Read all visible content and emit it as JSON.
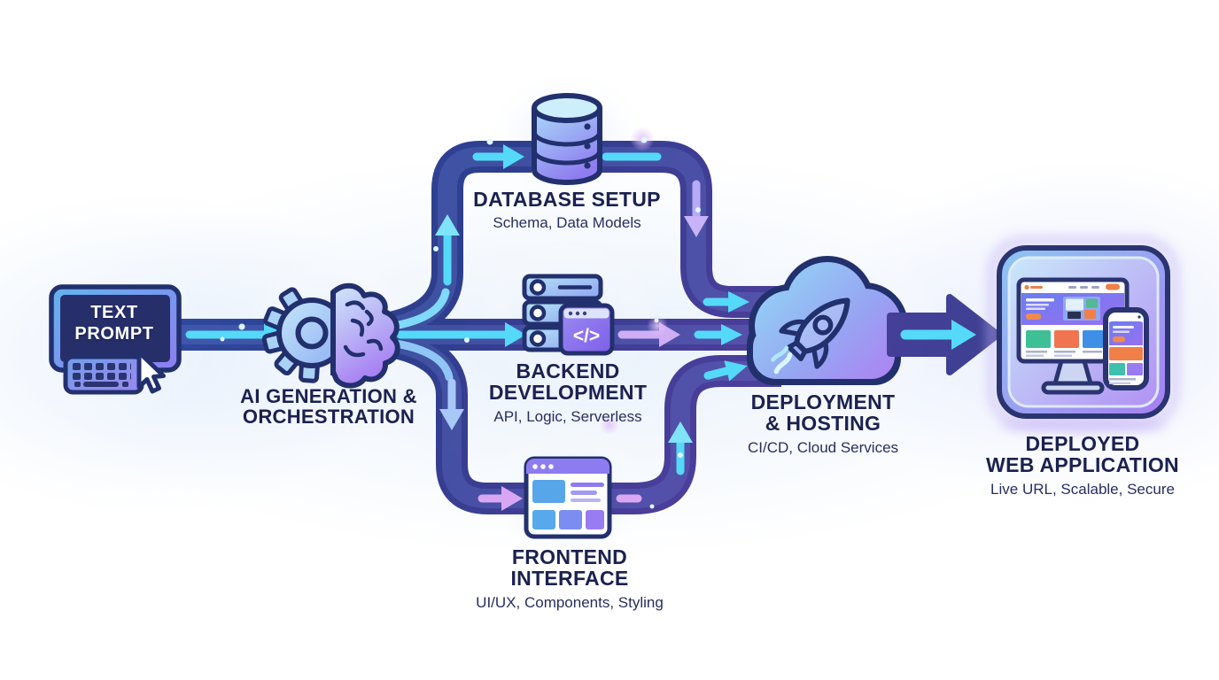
{
  "diagram": {
    "background": "#ffffff",
    "colors": {
      "pipe_navy": "#2e3c86",
      "arrow_cyan": "#55d9f8",
      "arrow_lavender": "#b9aaf6",
      "arrow_pink": "#d9a6f4",
      "icon_outline": "#22306e",
      "icon_gradient_start": "#8ecdf4",
      "icon_gradient_end": "#9c7cf2",
      "title_text": "#1b2150",
      "subtitle_text": "#272e60",
      "accent_orange": "#f08048",
      "accent_teal": "#3fbf96"
    },
    "nodes": [
      {
        "id": "text-prompt",
        "title": "TEXT PROMPT",
        "title_lines": [
          "TEXT",
          "PROMPT"
        ],
        "subtitle": "",
        "icon": "monitor-keyboard-icon"
      },
      {
        "id": "ai-generation-orchestration",
        "title": "AI GENERATION & ORCHESTRATION",
        "title_lines": [
          "AI GENERATION &",
          "ORCHESTRATION"
        ],
        "subtitle": "",
        "icon": "gear-brain-icon"
      },
      {
        "id": "database-setup",
        "title": "DATABASE SETUP",
        "title_lines": [
          "DATABASE SETUP"
        ],
        "subtitle": "Schema, Data Models",
        "icon": "database-cylinder-icon"
      },
      {
        "id": "backend-development",
        "title": "BACKEND DEVELOPMENT",
        "title_lines": [
          "BACKEND",
          "DEVELOPMENT"
        ],
        "subtitle": "API, Logic, Serverless",
        "icon": "server-code-icon",
        "code_glyph": "</>"
      },
      {
        "id": "frontend-interface",
        "title": "FRONTEND INTERFACE",
        "title_lines": [
          "FRONTEND",
          "INTERFACE"
        ],
        "subtitle": "UI/UX, Components, Styling",
        "icon": "browser-window-icon"
      },
      {
        "id": "deployment-hosting",
        "title": "DEPLOYMENT & HOSTING",
        "title_lines": [
          "DEPLOYMENT",
          "& HOSTING"
        ],
        "subtitle": "CI/CD, Cloud Services",
        "icon": "cloud-rocket-icon"
      },
      {
        "id": "deployed-web-application",
        "title": "DEPLOYED WEB APPLICATION",
        "title_lines": [
          "DEPLOYED",
          "WEB APPLICATION"
        ],
        "subtitle": "Live URL, Scalable, Secure",
        "icon": "devices-icon"
      }
    ],
    "edges": [
      {
        "from": "text-prompt",
        "to": "ai-generation-orchestration"
      },
      {
        "from": "ai-generation-orchestration",
        "to": "database-setup"
      },
      {
        "from": "ai-generation-orchestration",
        "to": "backend-development"
      },
      {
        "from": "ai-generation-orchestration",
        "to": "frontend-interface"
      },
      {
        "from": "database-setup",
        "to": "deployment-hosting"
      },
      {
        "from": "backend-development",
        "to": "deployment-hosting"
      },
      {
        "from": "frontend-interface",
        "to": "deployment-hosting"
      },
      {
        "from": "deployment-hosting",
        "to": "deployed-web-application"
      }
    ]
  }
}
